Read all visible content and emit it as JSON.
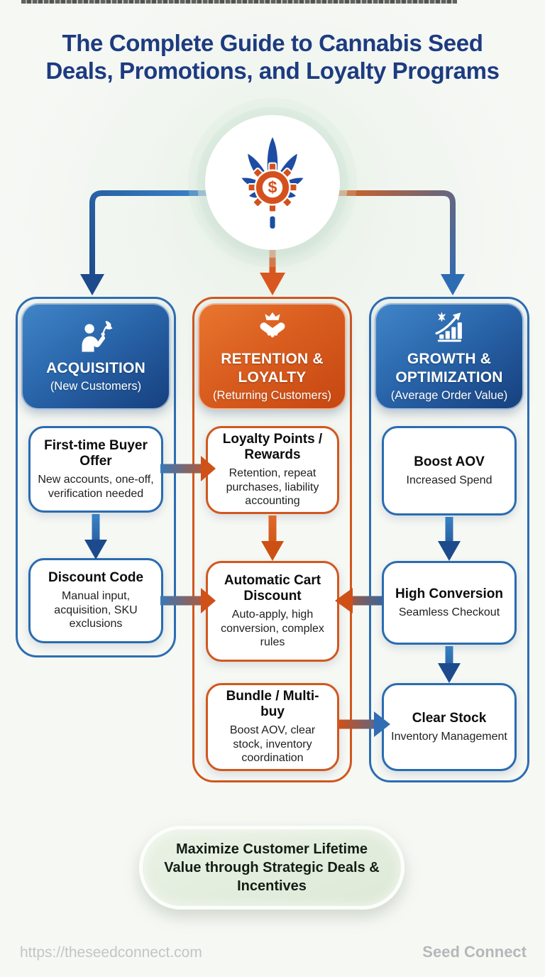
{
  "title": {
    "line1": "The Complete Guide to Cannabis Seed",
    "line2": "Deals, Promotions, and Loyalty Programs"
  },
  "hub": {
    "icon": "cannabis-gear-dollar-icon"
  },
  "columns": [
    {
      "header": {
        "title": "ACQUISITION",
        "subtitle": "(New Customers)",
        "icon": "person-plant-icon"
      },
      "boxes": [
        {
          "title": "First-time Buyer Offer",
          "desc": "New accounts, one-off, verification needed"
        },
        {
          "title": "Discount Code",
          "desc": "Manual input, acquisition, SKU exclusions"
        }
      ]
    },
    {
      "header": {
        "title": "RETENTION & LOYALTY",
        "subtitle": "(Returning Customers)",
        "icon": "handshake-crown-icon"
      },
      "boxes": [
        {
          "title": "Loyalty Points / Rewards",
          "desc": "Retention, repeat purchases, liability accounting"
        },
        {
          "title": "Automatic Cart Discount",
          "desc": "Auto-apply, high conversion, complex rules"
        },
        {
          "title": "Bundle / Multi-buy",
          "desc": "Boost AOV, clear stock, inventory coordination"
        }
      ]
    },
    {
      "header": {
        "title": "GROWTH & OPTIMIZATION",
        "subtitle": "(Average Order Value)",
        "icon": "growth-bars-leaf-icon"
      },
      "boxes": [
        {
          "title": "Boost AOV",
          "desc": "Increased Spend"
        },
        {
          "title": "High Conversion",
          "desc": "Seamless Checkout"
        },
        {
          "title": "Clear Stock",
          "desc": "Inventory Management"
        }
      ]
    }
  ],
  "banner": "Maximize Customer Lifetime Value through Strategic Deals & Incentives",
  "footer": {
    "url": "https://theseedconnect.com",
    "brand": "Seed Connect"
  },
  "colors": {
    "title_navy": "#1d3b80",
    "blue": "#2d6eb3",
    "blue_dark": "#1c4a8c",
    "orange": "#d2571e",
    "orange_dark": "#c64711",
    "mint": "#e4eedd"
  }
}
